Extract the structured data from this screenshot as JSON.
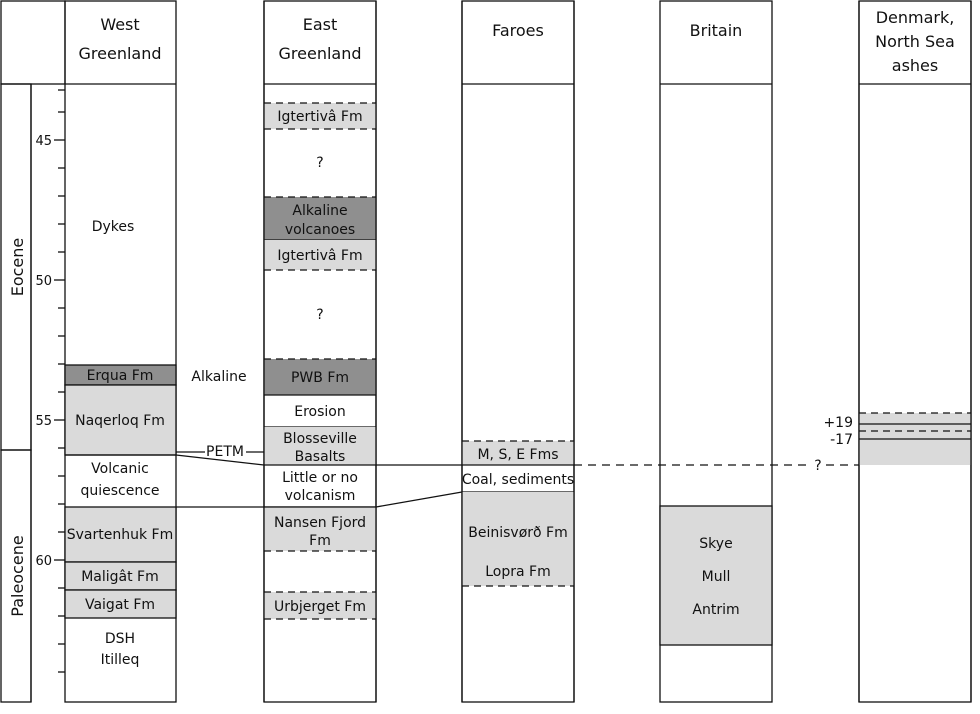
{
  "columns": {
    "west_greenland": [
      "West",
      "Greenland"
    ],
    "east_greenland": [
      "East",
      "Greenland"
    ],
    "faroes": [
      "Faroes"
    ],
    "britain": [
      "Britain"
    ],
    "denmark": [
      "Denmark,",
      "North Sea",
      "ashes"
    ]
  },
  "epochs": {
    "eocene": "Eocene",
    "paleocene": "Paleocene"
  },
  "ticks": [
    "45",
    "50",
    "55",
    "60"
  ],
  "west_greenland": {
    "dykes": "Dykes",
    "erqua": "Erqua Fm",
    "naqerloq": "Naqerloq Fm",
    "quiescence": [
      "Volcanic",
      "quiescence"
    ],
    "svartenhuk": "Svartenhuk Fm",
    "maligat": "Maligât Fm",
    "vaigat": "Vaigat Fm",
    "dsh": [
      "DSH",
      "Itilleq"
    ]
  },
  "between": {
    "alkaline": "Alkaline",
    "petm": "PETM"
  },
  "east_greenland": {
    "igtertiva_top": "Igtertivâ Fm",
    "q1": "?",
    "alkaline_volcanoes": [
      "Alkaline",
      "volcanoes"
    ],
    "igtertiva_mid": "Igtertivâ Fm",
    "q2": "?",
    "pwb": "PWB Fm",
    "erosion": "Erosion",
    "blosseville": [
      "Blosseville",
      "Basalts"
    ],
    "little": [
      "Little or no",
      "volcanism"
    ],
    "nansen": [
      "Nansen Fjord",
      "Fm"
    ],
    "urbjerget": "Urbjerget Fm"
  },
  "faroes": {
    "mse": "M, S, E Fms",
    "coal": "Coal, sediments",
    "beinisvord": "Beinisvørð Fm",
    "lopra": "Lopra Fm"
  },
  "britain": {
    "skye": "Skye",
    "mull": "Mull",
    "antrim": "Antrim"
  },
  "denmark": {
    "plus19": "+19",
    "minus17": "-17",
    "q": "?"
  },
  "colors": {
    "light_fill": "#dadada",
    "dark_fill": "#8f8f8f",
    "line": "#111111"
  }
}
